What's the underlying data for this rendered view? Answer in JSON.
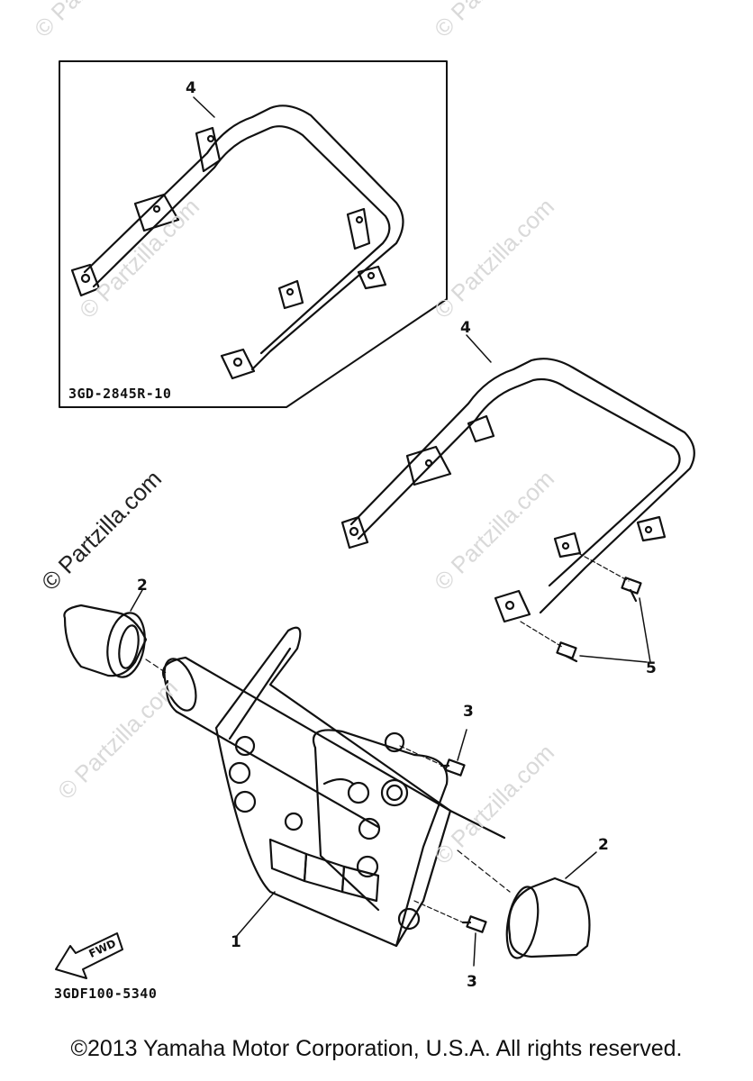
{
  "callouts": {
    "c4_inset": "4",
    "c4_main": "4",
    "c2_left": "2",
    "c2_right": "2",
    "c3_top": "3",
    "c3_bottom": "3",
    "c5": "5",
    "c1": "1"
  },
  "inset_code": "3GD-2845R-10",
  "diagram_code": "3GDF100-5340",
  "fwd_label": "FWD",
  "watermark": "© Partzilla.com",
  "copyright": "©2013 Yamaha Motor Corporation, U.S.A. All rights reserved."
}
